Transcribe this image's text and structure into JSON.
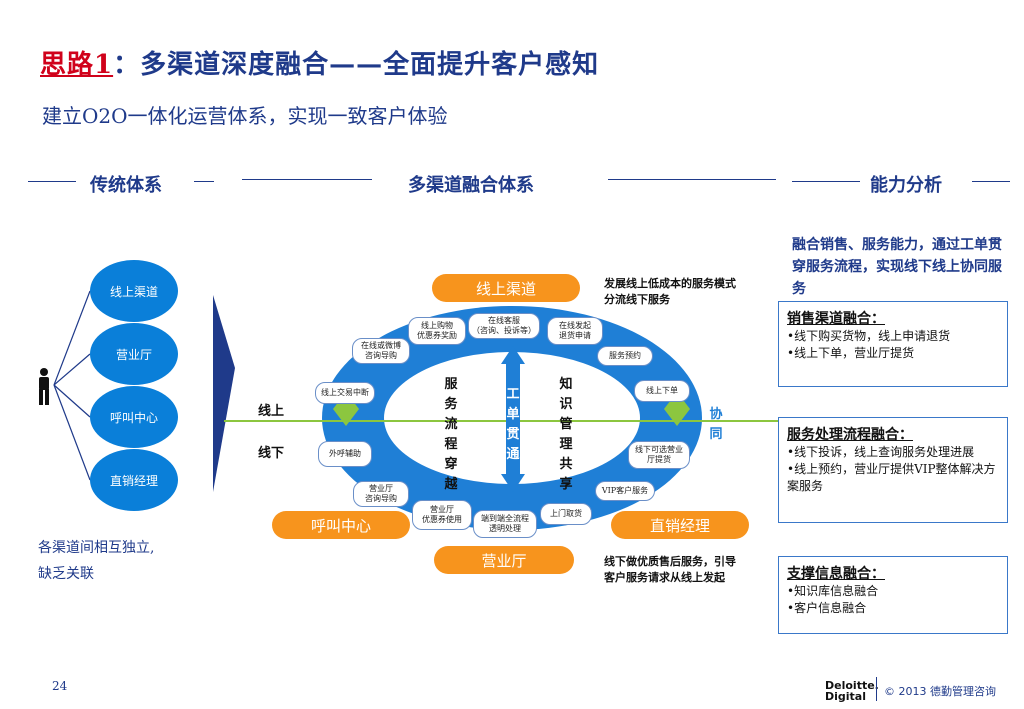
{
  "title": {
    "prefix": "思路1",
    "colon": "：",
    "main": "多渠道深度融合——全面提升客户感知"
  },
  "subtitle": "建立O2O一体化运营体系，实现一致客户体验",
  "sections": {
    "traditional": "传统体系",
    "multichannel": "多渠道融合体系",
    "capability": "能力分析"
  },
  "traditional": {
    "channels": [
      "线上渠道",
      "营业厅",
      "呼叫中心",
      "直销经理"
    ],
    "conclusion_1": "各渠道间相互独立,",
    "conclusion_2": "缺乏关联"
  },
  "ring": {
    "online_channel": "线上渠道",
    "call_center": "呼叫中心",
    "direct_sales": "直销经理",
    "business_hall": "营业厅",
    "bubbles": {
      "online_purchase": "线上购物\n优惠券奖励",
      "online_service": "在线客服\n（咨询、投诉等）",
      "online_return": "在线发起\n退货申请",
      "weibo": "在线或微博\n咨询导购",
      "appointment": "服务预约",
      "online_trade": "线上交易中断",
      "online_order": "线上下单",
      "outbound": "外呼辅助",
      "store_pickup": "线下可选营业\n厅提货",
      "hall_guide": "营业厅\n咨询导购",
      "vip": "VIP客户服务",
      "hall_coupon": "营业厅\n优惠券使用",
      "e2e": "端到端全流程\n透明处理",
      "door_pickup": "上门取货"
    },
    "left_vertical": "服务流程穿越",
    "center_vertical": "工单贯通",
    "right_vertical": "知识管理共享",
    "online": "线上",
    "offline": "线下",
    "collab": "协同",
    "note_top": "发展线上低成本的服务模式\n分流线下服务",
    "note_bottom": "线下做优质售后服务，引导\n客户服务请求从线上发起"
  },
  "capability": {
    "intro": "融合销售、服务能力，通过工单贯穿服务流程，实现线下线上协同服务",
    "boxes": [
      {
        "heading": "销售渠道融合：",
        "items": [
          "•线下购买货物，线上申请退货",
          "•线上下单，营业厅提货"
        ]
      },
      {
        "heading": "服务处理流程融合：",
        "items": [
          "•线下投诉，线上查询服务处理进展",
          "•线上预约，营业厅提供VIP整体解决方案服务"
        ]
      },
      {
        "heading": "支撑信息融合：",
        "items": [
          "•知识库信息融合",
          "•客户信息融合"
        ]
      }
    ]
  },
  "footer": {
    "page": "24",
    "brand_1": "Deloitte.",
    "brand_2": "Digital",
    "copyright": "© 2013 德勤管理咨询"
  },
  "colors": {
    "navy": "#1f3a8a",
    "blue": "#0a7fd9",
    "orange": "#f7941d",
    "red": "#d0021b",
    "green": "#7ab800"
  }
}
